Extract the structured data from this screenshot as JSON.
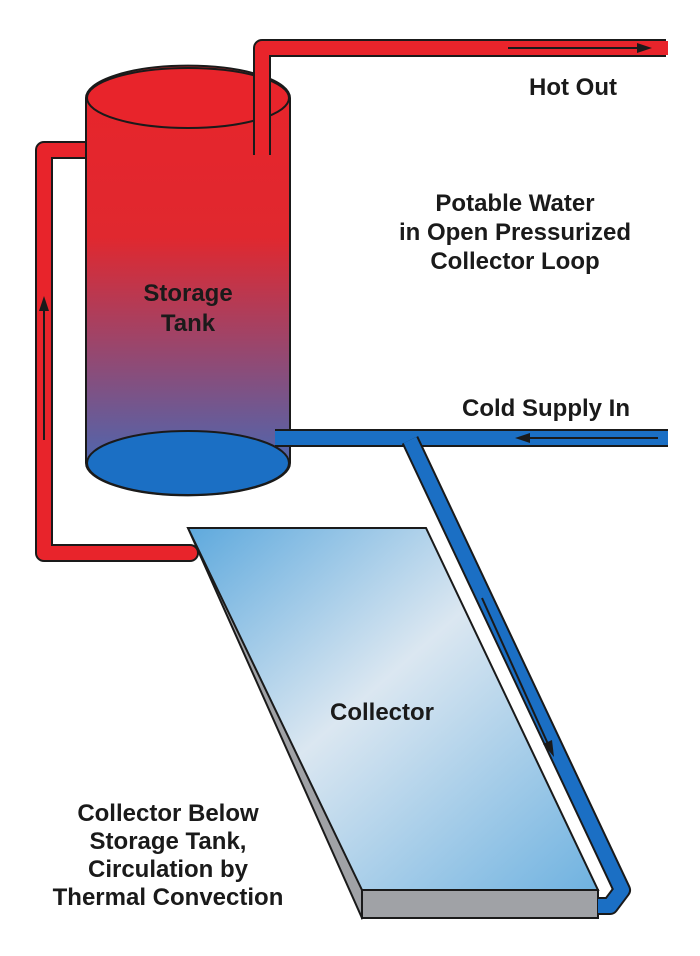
{
  "labels": {
    "hot_out": "Hot Out",
    "cold_supply_in": "Cold Supply In",
    "storage_tank": [
      "Storage",
      "Tank"
    ],
    "collector": "Collector",
    "system_type": [
      "Potable Water",
      "in Open Pressurized",
      "Collector Loop"
    ],
    "note": [
      "Collector Below",
      "Storage Tank,",
      "Circulation by",
      "Thermal Convection"
    ]
  },
  "colors": {
    "hot_pipe": "#e8242b",
    "cold_pipe": "#1b6fc4",
    "tank_top": "#e8242b",
    "tank_bottom": "#3a6fc0",
    "collector_glass_light": "#dbe7f1",
    "collector_glass_blue": "#5ea9dd",
    "collector_frame": "#a0a2a6",
    "outline": "#1a1a1a"
  }
}
